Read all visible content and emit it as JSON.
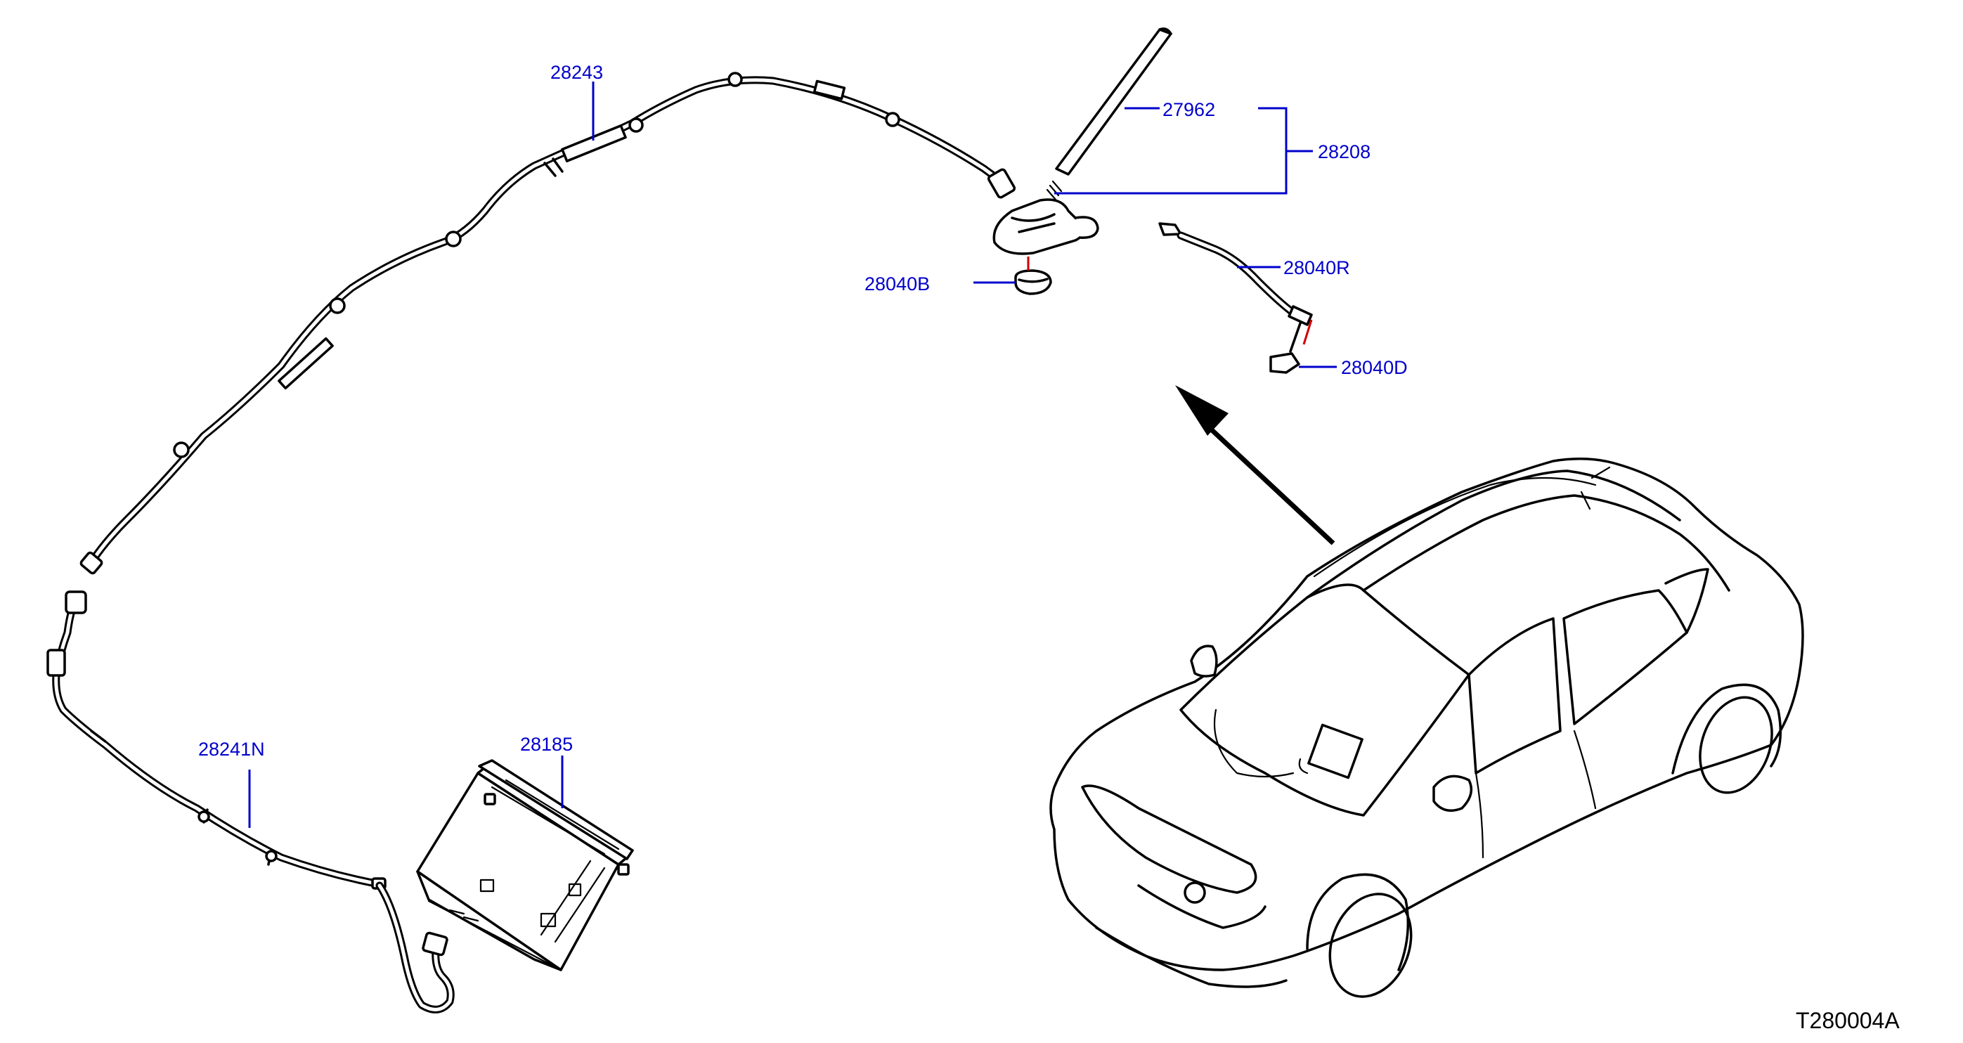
{
  "colors": {
    "leader": "#0000cc",
    "label": "#0000cc",
    "red_line": "#d00000",
    "ink": "#000000"
  },
  "parts": {
    "p28243": "28243",
    "p27962": "27962",
    "p28208": "28208",
    "p28040B": "28040B",
    "p28040R": "28040R",
    "p28040D": "28040D",
    "p28241N": "28241N",
    "p28185": "28185"
  },
  "diagram_code": "T280004A"
}
